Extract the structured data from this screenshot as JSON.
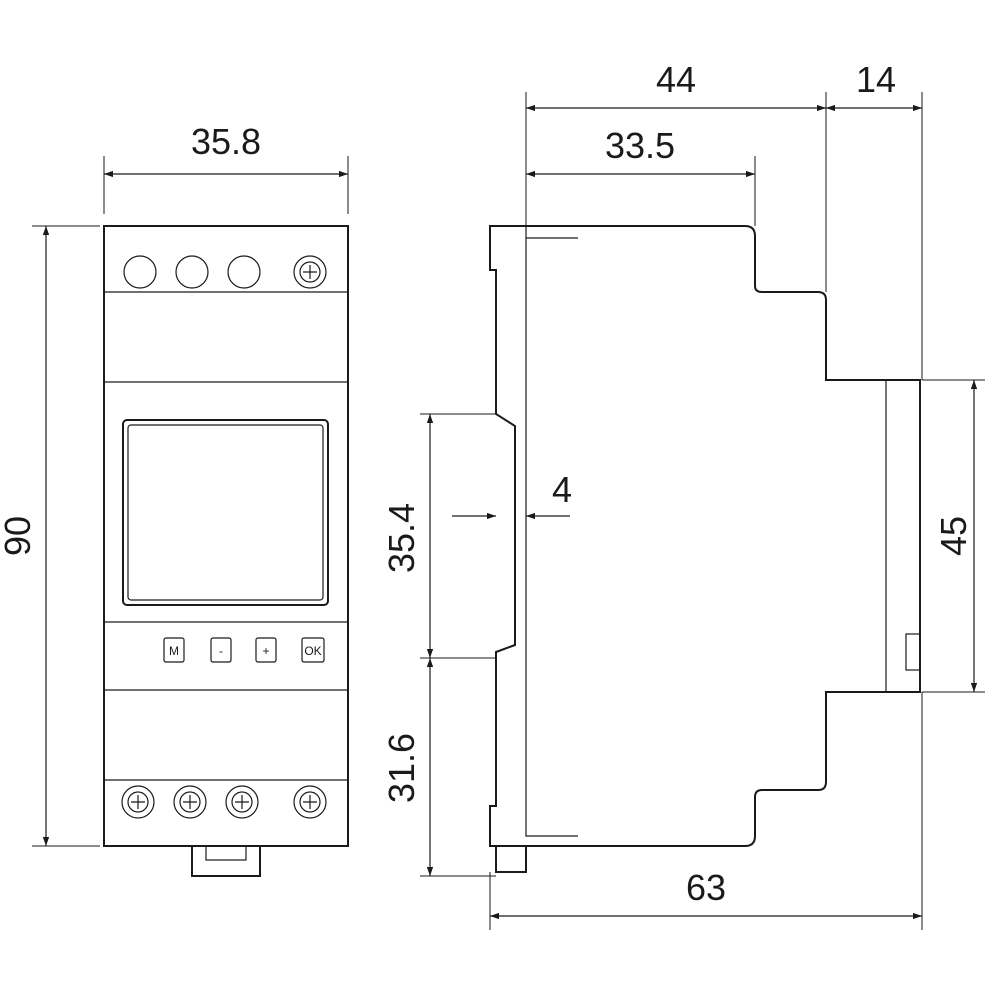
{
  "front_view": {
    "width_label": "35.8",
    "height_label": "90",
    "buttons": [
      {
        "label": "M",
        "icon": "m-button-icon"
      },
      {
        "label": "-",
        "icon": "minus-button-icon"
      },
      {
        "label": "+",
        "icon": "plus-button-icon"
      },
      {
        "label": "OK",
        "icon": "ok-button-icon"
      }
    ]
  },
  "side_view": {
    "depth_total_label": "44",
    "front_step_label": "14",
    "body_depth_label": "33.5",
    "rail_gap_label": "4",
    "upper_height_label": "35.4",
    "lower_height_label": "31.6",
    "front_height_label": "45",
    "overall_depth_label": "63"
  }
}
